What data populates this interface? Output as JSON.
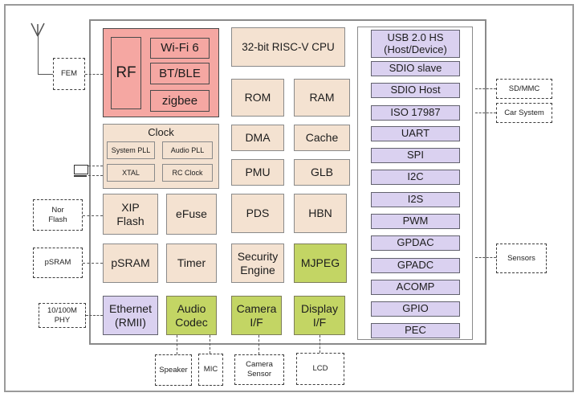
{
  "diagram": {
    "chip": {
      "radio": {
        "rf": "RF",
        "wifi": "Wi-Fi 6",
        "bt": "BT/BLE",
        "zigbee": "zigbee"
      },
      "clock": {
        "title": "Clock",
        "system_pll": "System PLL",
        "audio_pll": "Audio PLL",
        "xtal": "XTAL",
        "rc_clock": "RC Clock"
      },
      "cpu": "32-bit RISC-V CPU",
      "rom": "ROM",
      "ram": "RAM",
      "dma": "DMA",
      "cache": "Cache",
      "pmu": "PMU",
      "glb": "GLB",
      "xip_flash": "XIP\nFlash",
      "efuse": "eFuse",
      "pds": "PDS",
      "hbn": "HBN",
      "psram": "pSRAM",
      "timer": "Timer",
      "security_engine": "Security\nEngine",
      "mjpeg": "MJPEG",
      "ethernet": "Ethernet\n(RMII)",
      "audio_codec": "Audio\nCodec",
      "camera_if": "Camera\nI/F",
      "display_if": "Display\nI/F",
      "peripherals": [
        "USB 2.0 HS\n(Host/Device)",
        "SDIO slave",
        "SDIO Host",
        "ISO 17987",
        "UART",
        "SPI",
        "I2C",
        "I2S",
        "PWM",
        "GPDAC",
        "GPADC",
        "ACOMP",
        "GPIO",
        "PEC"
      ]
    },
    "external": {
      "fem": "FEM",
      "nor_flash": "Nor\nFlash",
      "psram": "pSRAM",
      "phy": "10/100M\nPHY",
      "speaker": "Speaker",
      "mic": "MIC",
      "camera_sensor": "Camera\nSensor",
      "lcd": "LCD",
      "sd_mmc": "SD/MMC",
      "car_system": "Car System",
      "sensors": "Sensors"
    },
    "colors": {
      "radio_pink": "#f5a7a2",
      "block_tan": "#f4e2d1",
      "peripheral_purple": "#dad1f0",
      "media_green": "#c3d564"
    }
  }
}
